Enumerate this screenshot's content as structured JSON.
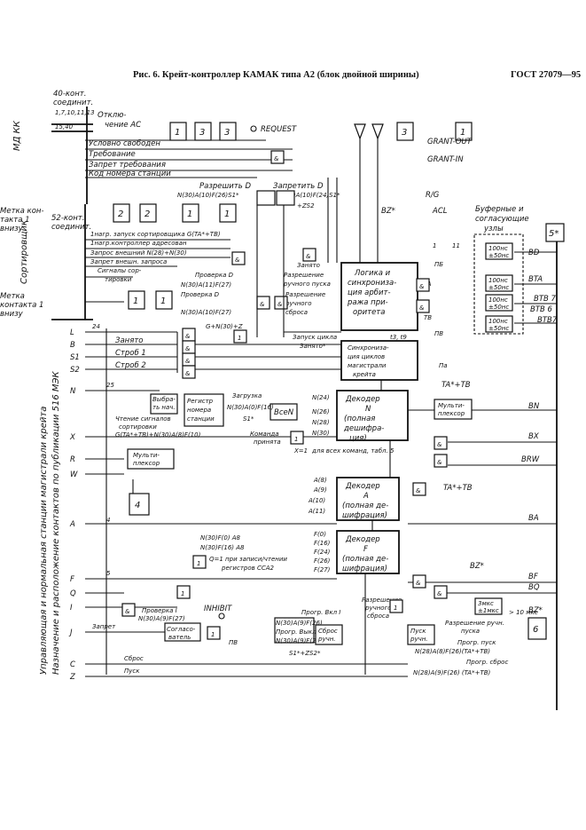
{
  "header": {
    "title": "Рис. 6. Крейт-контроллер КАМАК типа А2 (блок двойной ширины)",
    "standard": "ГОСТ 27079—95"
  },
  "labels": {
    "conn40": "40-конт.",
    "conn40b": "соединит.",
    "mdkk": "МД КК",
    "pins_top": "1,7,10,11,13",
    "pins_top2": "15,40",
    "disable": "Отклю-",
    "disable2": "чение АС",
    "free": "Условно свободен",
    "demand": "Требование",
    "inhibit_demand": "Запрет требования",
    "station_code": "Код номера станции",
    "request": "REQUEST",
    "grant_out": "GRANT-OUT",
    "grant_in": "GRANT-IN",
    "allow_d": "Разрешить D",
    "forbid_d": "Запретить D",
    "naf26": "N(30)A(10)F(26)S1*",
    "naf24": "N(30)A(10)F(24)S1*",
    "zs2": "+ZS2",
    "rg": "R/G",
    "bz": "BZ*",
    "acl": "ACL",
    "buffers": "Буферные и",
    "buffers2": "согласующие",
    "buffers3": "узлы",
    "conn52": "52-конт.",
    "conn52b": "соединит.",
    "mark_top": "Метка кон-",
    "mark_top2": "такта 1",
    "mark_top3": "внизу",
    "sorting": "Сортировщик",
    "mark_bot": "Метка",
    "mark_bot2": "контакта 1",
    "mark_bot3": "внизу",
    "reqctl": "1нагр. запуск сортировщика G(TA*+TB)",
    "reqctl2": "1нагр.контроллер адресован",
    "ext_req": "Запрос внешний N(28)+N(30)",
    "ext_inhibit": "Запрет внешн. запроса",
    "sort_signal": "Сигналы сор-",
    "sort_signal2": "тировки",
    "check_d": "Проверка D",
    "check_d2": "Проверка D",
    "na11f27": "N(30)A(11)F(27)",
    "na10f27": "N(30)A(10)F(27)",
    "gz": "G+N(30)+Z",
    "busy": "Занято",
    "perm_manual": "Разрешение",
    "perm_manual2": "ручного пуска",
    "perm_reset": "Разрешение",
    "perm_reset2": "ручного",
    "perm_reset3": "сброса",
    "logic": "Логика и",
    "logic2": "синхрониза-",
    "logic3": "ция арбит-",
    "logic4": "ража при-",
    "logic5": "оритета",
    "start_cycle": "Запуск цикла",
    "busy2": "Занято*",
    "t3t9": "t3, t9",
    "sync": "Синхрониза-",
    "sync2": "ция циклов",
    "sync3": "магистрали",
    "sync4": "крейта",
    "pb": "ПБ",
    "pv": "ПВ",
    "pa": "Па",
    "bd": "BD",
    "bta": "BTA",
    "btb7": "BTB 7",
    "btb6": "BTB 6",
    "btb7b": "BTB7",
    "ns100": "100нс",
    "ns50": "±50нс",
    "l": "L",
    "b": "B",
    "s1": "S1",
    "s2": "S2",
    "n": "N",
    "x": "X",
    "r": "R",
    "w": "W",
    "a": "A",
    "f": "F",
    "q": "Q",
    "i": "I",
    "j": "J",
    "c": "C",
    "z": "Z",
    "busy_bus": "Занято",
    "strobe1": "Строб 1",
    "strobe2": "Строб 2",
    "n24": "24",
    "n25": "25",
    "n4": "4",
    "n5": "5",
    "decn": "Декодер",
    "decn2": "N",
    "decn3": "(полная",
    "decn4": "дешифра-",
    "decn5": "ция)",
    "decn_in1": "N(24)",
    "decn_in2": "N(26)",
    "decn_in3": "N(28)",
    "decn_in4": "N(30)",
    "vsen": "ВсеN",
    "load": "Загрузка",
    "loadaddr": "N(30)A(0)F(16)",
    "s1star": "S1*",
    "select": "Выбра-",
    "select2": "ть нач.",
    "reg": "Регистр",
    "reg2": "номера",
    "reg3": "станции",
    "read_sort": "Чтение сигналов",
    "read_sort2": "сортировки",
    "read_sort3": "G(TA*+TB)+N(30)A(8)F(10)",
    "mux": "Мульти-",
    "mux2": "плексор",
    "tatb": "TA*+TB",
    "bn": "BN",
    "bx": "BX",
    "brw": "BRW",
    "cmd_accept": "Команда",
    "cmd_accept2": "принята",
    "x1": "X=1",
    "all_cmds": "для всех команд, табл. 5",
    "deca": "Декодер",
    "deca2": "A",
    "deca3": "(полная де-",
    "deca4": "шифрация)",
    "a8": "A(8)",
    "a9": "A(9)",
    "a10": "A(10)",
    "a11": "A(11)",
    "ba": "BA",
    "decf": "Декодер",
    "decf2": "F",
    "decf3": "(полная де-",
    "decf4": "шифрация)",
    "f0": "F(0)",
    "f16": "F(16)",
    "f24": "F(24)",
    "f26": "F(26)",
    "f27": "F(27)",
    "q_read": "N(30)F(0) A8",
    "q_write": "N(30)F(16) A8",
    "q_note": "Q=1 при записи/чтении",
    "q_note2": "регистров CCA2",
    "bf": "BF",
    "bq": "BQ",
    "bz2": "BZ*",
    "check_i": "Проверка I",
    "check_i2": "N(30)A(9)F(27)",
    "inhibit": "INHIBIT",
    "forbid": "Запрет",
    "agree": "Согласо-",
    "agree2": "ватель",
    "prog_on": "Прогр. Вкл I",
    "prog_on2": "N(30)A(9)F(26)",
    "prog_off": "Прогр. Выкл I",
    "prog_off2": "N(30)A(9)F(24)",
    "s1zs2": "S1*+ZS2*",
    "reset_manual": "Разрешение",
    "reset_manual2": "ручного",
    "reset_manual3": "сброса",
    "reset_man": "Сброс",
    "reset_man2": "ручн.",
    "start_man": "Пуск",
    "start_man2": "ручн.",
    "perm_start_manual": "Разрешение ручн.",
    "perm_start_manual2": "пуска",
    "prog_start": "Прогр. пуск",
    "prog_start2": "N(28)A(8)F(26)(TA*+TB)",
    "ms3": "3мкс",
    "ms1": "±1мкс",
    "gt10": "> 10 мкс",
    "reset": "Сброс",
    "start": "Пуск",
    "prog_reset": "Прогр. сброс",
    "prog_reset2": "N(28)A(9)F(26) (TA*+TB)",
    "vert1": "Управляющая и нормальная станции магистрали крейта",
    "vert2": "Назначение и расположение контактов по публикации 516 МЭК",
    "box1": "1",
    "box2": "2",
    "box3": "3",
    "box4": "4",
    "box5": "5*",
    "box6": "6",
    "and": "&",
    "one": "1",
    "eleven": "11",
    "ta": "TA",
    "tb": "TB",
    "b_": "B"
  }
}
